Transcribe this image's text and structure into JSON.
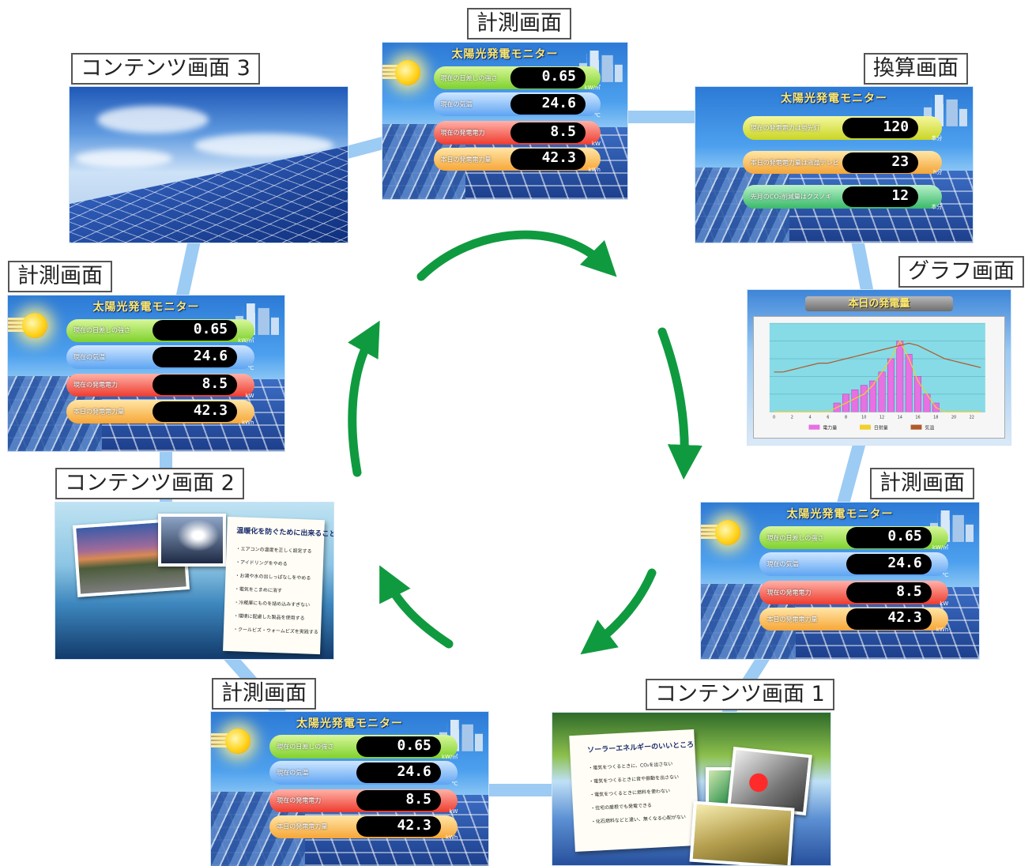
{
  "labels": {
    "top": "計測画面",
    "conversion": "換算画面",
    "graph": "グラフ画面",
    "right_measure": "計測画面",
    "content1": "コンテンツ画面 1",
    "bottom_measure": "計測画面",
    "content2": "コンテンツ画面 2",
    "left_measure": "計測画面",
    "content3": "コンテンツ画面 3"
  },
  "measure": {
    "title": "太陽光発電モニター",
    "rows": [
      {
        "label": "現在の日差しの強さ",
        "value": "0.65",
        "unit": "kW/㎡"
      },
      {
        "label": "現在の気温",
        "value": "24.6",
        "unit": "℃"
      },
      {
        "label": "現在の発電電力",
        "value": "8.5",
        "unit": "kW"
      },
      {
        "label": "本日の発電電力量",
        "value": "42.3",
        "unit": "kWh"
      }
    ]
  },
  "conversion": {
    "title": "太陽光発電モニター",
    "rows": [
      {
        "label": "現在の発電電力は蛍光灯",
        "value": "120",
        "unit": "本分"
      },
      {
        "label": "本日の発電電力量は液晶テレビ",
        "value": "23",
        "unit": "h分"
      },
      {
        "label": "先月のCO₂削減量はクスノキ",
        "value": "12",
        "unit": "本分"
      }
    ]
  },
  "graph": {
    "title": "本日の発電量",
    "legend": [
      "電力量",
      "日射量",
      "気温"
    ]
  },
  "chart_data": {
    "type": "bar",
    "categories": [
      "0",
      "1",
      "2",
      "3",
      "4",
      "5",
      "6",
      "7",
      "8",
      "9",
      "10",
      "11",
      "12",
      "13",
      "14",
      "15",
      "16",
      "17",
      "18",
      "19",
      "20",
      "21",
      "22",
      "23"
    ],
    "series": [
      {
        "name": "電力量",
        "values": [
          0,
          0,
          0,
          0,
          0,
          0,
          0,
          1,
          2,
          2.5,
          3,
          3.5,
          4.5,
          6,
          8,
          6.5,
          4,
          2,
          1,
          0,
          0,
          0,
          0,
          0
        ]
      },
      {
        "name": "日射量",
        "values": [
          0,
          0,
          0,
          0,
          0,
          0,
          0,
          0.05,
          0.1,
          0.15,
          0.2,
          0.3,
          0.45,
          0.6,
          0.8,
          0.6,
          0.35,
          0.2,
          0.05,
          0,
          0,
          0,
          0,
          0
        ]
      },
      {
        "name": "気温",
        "values": [
          19,
          19,
          19.5,
          20,
          20.5,
          21,
          21,
          21.5,
          22,
          22.5,
          23,
          23.5,
          24,
          24.5,
          25,
          25.5,
          25,
          24,
          23,
          22,
          21.5,
          21,
          20.5,
          20
        ]
      }
    ],
    "ylim": [
      0,
      10
    ],
    "colors": {
      "電力量": "#e770e3",
      "日射量": "#f2cf2a",
      "気温": "#b05a2a"
    }
  },
  "content1": {
    "title": "ソーラーエネルギーのいいところ",
    "items": [
      "・電気をつくるときに、CO₂を出さない",
      "・電気をつくるときに音や振動を出さない",
      "・電気をつくるときに燃料を使わない",
      "・住宅の屋根でも発電できる",
      "・化石燃料などと違い、無くなる心配がない"
    ]
  },
  "content2": {
    "title": "温暖化を防ぐために出来ること",
    "items": [
      "・エアコンの温度を正しく設定する",
      "・アイドリングをやめる",
      "・お湯や水の出しっぱなしをやめる",
      "・電気をこまめに消す",
      "・冷蔵庫にものを詰め込みすぎない",
      "・環境に配慮した製品を使用する",
      "・クールビズ・ウォームビズを実践する"
    ]
  },
  "colors": {
    "arrow": "#109a3f",
    "ring": "#9ccbf4"
  }
}
